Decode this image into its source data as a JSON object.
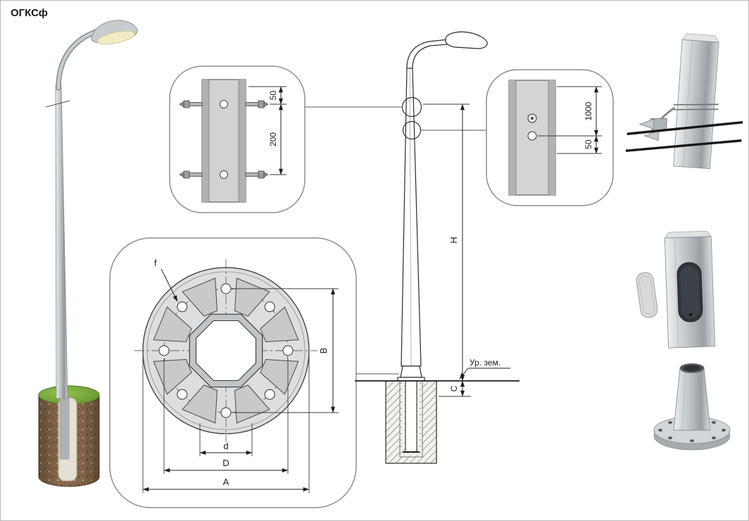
{
  "title": "ОГКСф",
  "detail_upper": {
    "dim_top": "50",
    "dim_bottom": "200"
  },
  "flange_detail": {
    "hole_label": "f",
    "dim_vertical": "B",
    "dim_inner": "d",
    "dim_bolt_circle": "D",
    "dim_outer": "A"
  },
  "elevation": {
    "dim_height": "H",
    "dim_embed": "C",
    "ground_label": "Ур. зем."
  },
  "detail_right": {
    "dim_top": "1000",
    "dim_bottom": "50"
  },
  "colors": {
    "line": "#2a2a2a",
    "metal": "#c3c7ca",
    "grass": "#6f9c35",
    "soil": "#8a6a4c"
  }
}
